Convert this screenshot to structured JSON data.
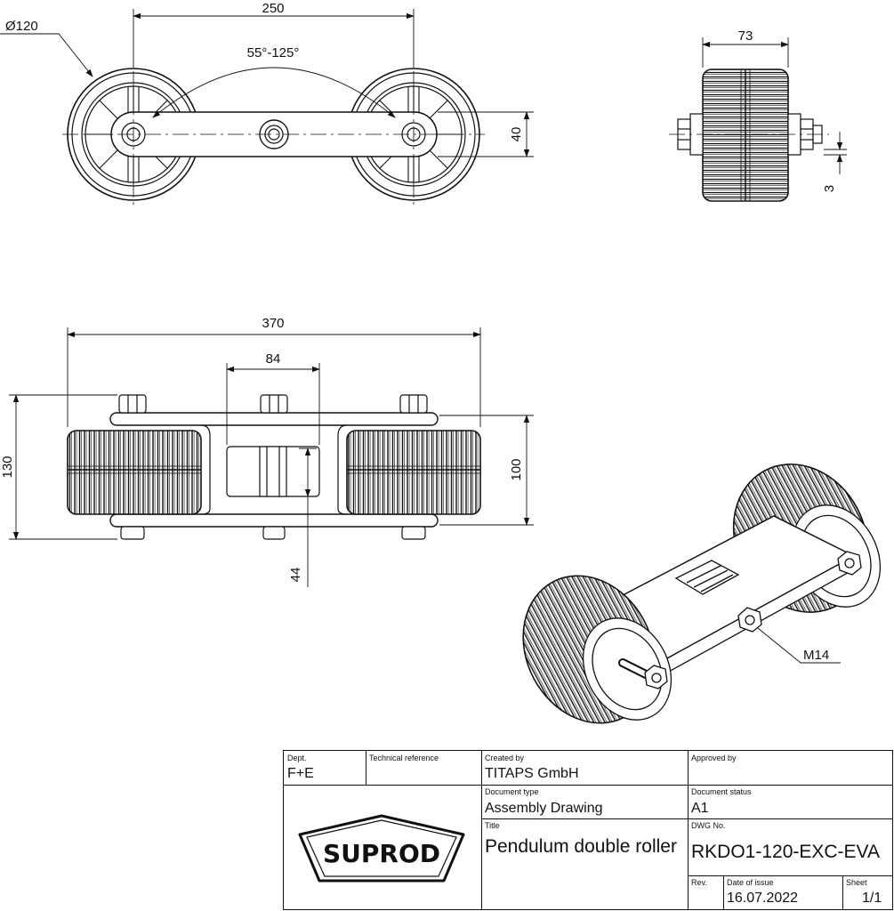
{
  "dimensions": {
    "wheel_diameter": "Ø120",
    "axle_spacing": "250",
    "swing_angle": "55°-125°",
    "bar_height": "40",
    "width": "73",
    "offset": "3",
    "overall_length": "370",
    "center_width": "84",
    "overall_height": "130",
    "wheel_height": "100",
    "pivot_height": "44",
    "thread": "M14"
  },
  "title_block": {
    "logo_text": "SUPROD",
    "dept_label": "Dept.",
    "dept_value": "F+E",
    "tech_ref_label": "Technical reference",
    "created_by_label": "Created by",
    "created_by_value": "TITAPS GmbH",
    "approved_by_label": "Approved by",
    "doc_type_label": "Document type",
    "doc_type_value": "Assembly Drawing",
    "doc_status_label": "Document status",
    "doc_status_value": "A1",
    "title_label": "Title",
    "title_value": "Pendulum double roller",
    "dwg_no_label": "DWG No.",
    "dwg_no_value": "RKDO1-120-EXC-EVA",
    "rev_label": "Rev.",
    "date_label": "Date of issue",
    "date_value": "16.07.2022",
    "sheet_label": "Sheet",
    "sheet_value": "1/1"
  }
}
